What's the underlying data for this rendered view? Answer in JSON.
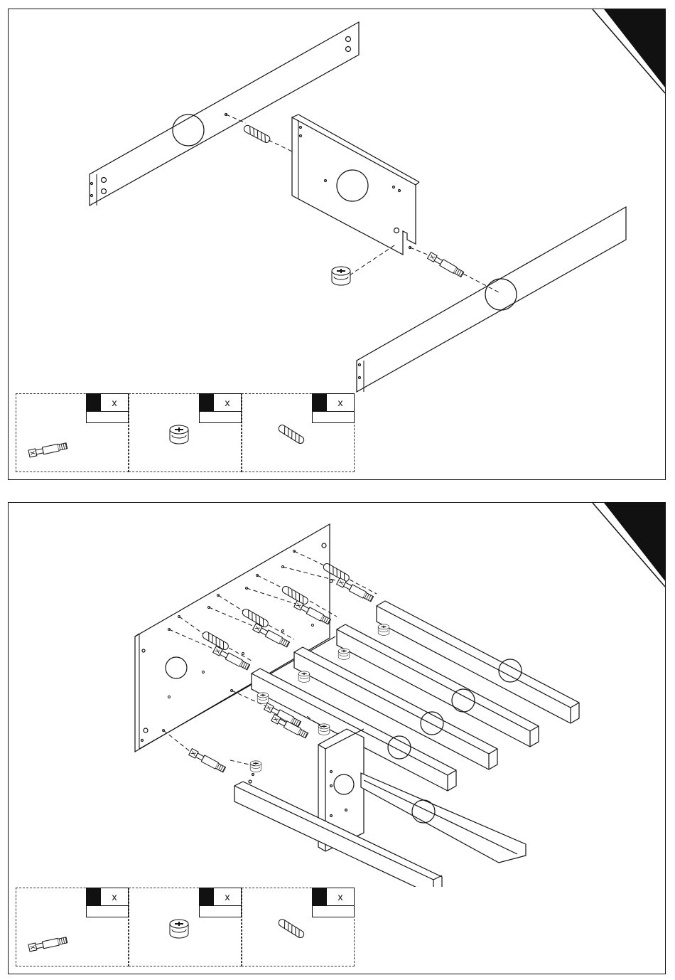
{
  "steps": [
    {
      "number": "",
      "legend": [
        {
          "part": "cam-bolt-icon",
          "multiplier": "x",
          "quantity": ""
        },
        {
          "part": "cam-lock-icon",
          "multiplier": "x",
          "quantity": ""
        },
        {
          "part": "wooden-dowel-icon",
          "multiplier": "x",
          "quantity": ""
        }
      ]
    },
    {
      "number": "",
      "legend": [
        {
          "part": "cam-bolt-icon",
          "multiplier": "x",
          "quantity": ""
        },
        {
          "part": "cam-lock-icon",
          "multiplier": "x",
          "quantity": ""
        },
        {
          "part": "wooden-dowel-icon",
          "multiplier": "x",
          "quantity": ""
        }
      ]
    }
  ],
  "colors": {
    "ink": "#111111",
    "paper": "#ffffff"
  }
}
